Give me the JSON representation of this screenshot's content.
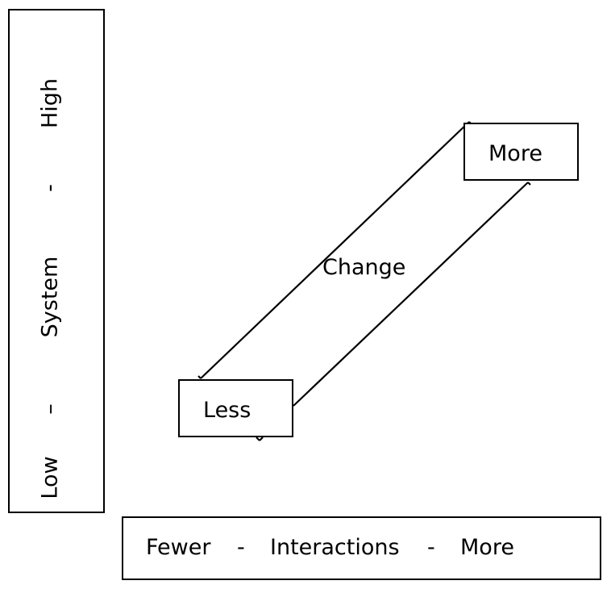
{
  "y_axis": {
    "low": "Low",
    "sep1": "–",
    "system": "System",
    "sep2": "-",
    "high": "High"
  },
  "x_axis": {
    "fewer": "Fewer",
    "sep1": "-",
    "interactions": "Interactions",
    "sep2": "-",
    "more": "More"
  },
  "nodes": {
    "more": "More",
    "less": "Less"
  },
  "change_label": "Change"
}
